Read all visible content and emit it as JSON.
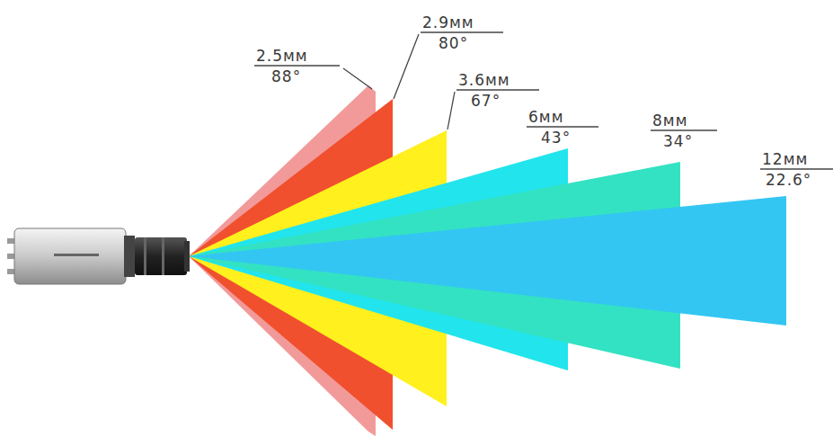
{
  "diagram": {
    "labels": [
      "2.5мм",
      "88°",
      "2.9мм",
      "80°",
      "3.6мм",
      "67°",
      "6мм",
      "43°",
      "8мм",
      "34°",
      "12мм",
      "22.6°"
    ]
  }
}
